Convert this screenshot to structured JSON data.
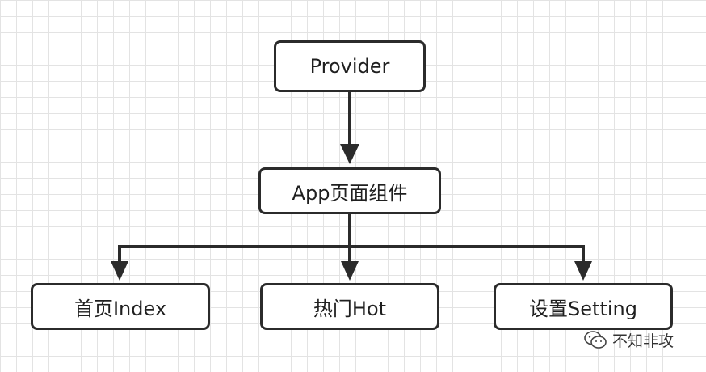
{
  "diagram": {
    "nodes": {
      "provider": {
        "label": "Provider"
      },
      "app": {
        "label": "App页面组件"
      },
      "index": {
        "label": "首页Index"
      },
      "hot": {
        "label": "热门Hot"
      },
      "setting": {
        "label": "设置Setting"
      }
    },
    "edges": [
      {
        "from": "provider",
        "to": "app"
      },
      {
        "from": "app",
        "to": "index"
      },
      {
        "from": "app",
        "to": "hot"
      },
      {
        "from": "app",
        "to": "setting"
      }
    ]
  },
  "watermark": {
    "text": "不知非攻",
    "icon": "wechat-official-account-icon"
  },
  "colors": {
    "line": "#2b2b2b",
    "grid": "#e3e3e3",
    "background": "#ffffff"
  }
}
